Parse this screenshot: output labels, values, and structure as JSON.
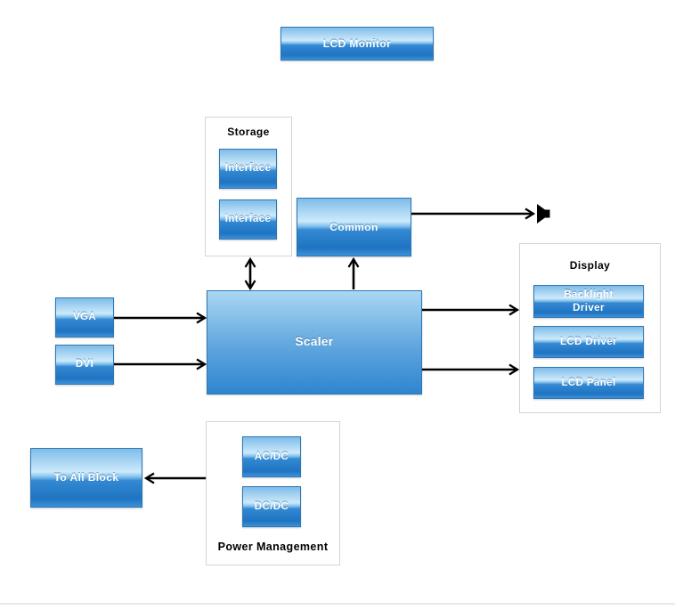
{
  "diagram": {
    "title_block": "LCD Monitor",
    "storage_group": {
      "title": "Storage",
      "blocks": [
        "Interface",
        "Interface"
      ]
    },
    "common_block": "Common",
    "scaler_block": "Scaler",
    "input_blocks": [
      "VGA",
      "DVI"
    ],
    "display_group": {
      "title": "Display",
      "blocks": [
        "Backlight Driver",
        "LCD Driver",
        "LCD Panel"
      ]
    },
    "power_group": {
      "title": "Power Management",
      "blocks": [
        "AC/DC",
        "DC/DC"
      ]
    },
    "to_all_block": "To All Block",
    "icons": {
      "speaker": "speaker-icon"
    },
    "colors": {
      "block_border": "#2e77b5",
      "block_gradient_light": "#cdeafb",
      "block_gradient_dark": "#1f74c2",
      "scaler_gradient_top": "#a9d7f2",
      "scaler_gradient_bottom": "#2e85cf",
      "group_border": "#d4d4d4",
      "arrow": "#000000",
      "block_text": "#ffffff",
      "title_text": "#000000",
      "bottom_divider": "#e9e9e9"
    }
  }
}
